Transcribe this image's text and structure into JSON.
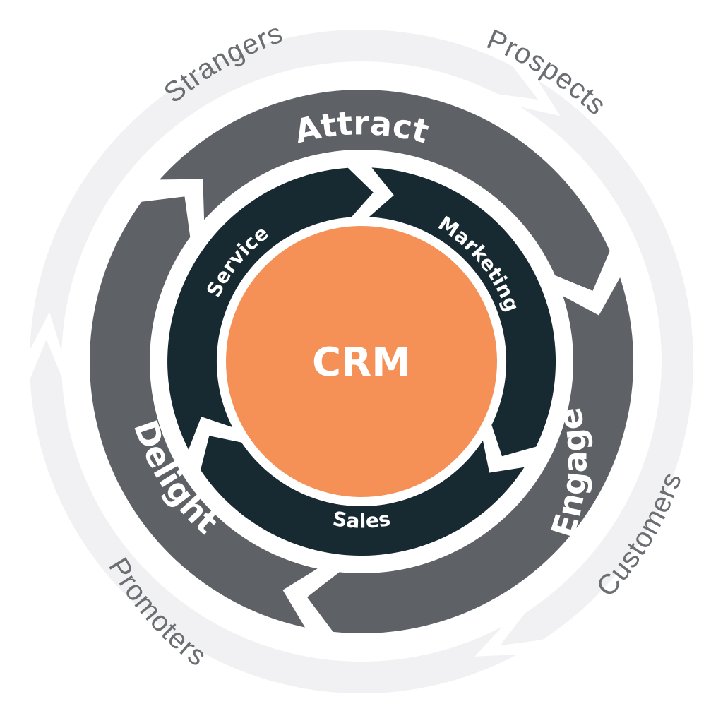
{
  "colors": {
    "outer_ring": "#f1f1f3",
    "middle_ring": "#5e6166",
    "inner_ring": "#172931",
    "hub": "#f59057",
    "outer_text": "#6b6e72",
    "ring_text": "#ffffff"
  },
  "hub": {
    "label": "CRM"
  },
  "stages": [
    {
      "key": "attract",
      "label": "Attract"
    },
    {
      "key": "engage",
      "label": "Engage"
    },
    {
      "key": "delight",
      "label": "Delight"
    }
  ],
  "teams": [
    {
      "key": "marketing",
      "label": "Marketing"
    },
    {
      "key": "sales",
      "label": "Sales"
    },
    {
      "key": "service",
      "label": "Service"
    }
  ],
  "audiences": [
    {
      "key": "strangers",
      "label": "Strangers"
    },
    {
      "key": "prospects",
      "label": "Prospects"
    },
    {
      "key": "customers",
      "label": "Customers"
    },
    {
      "key": "promoters",
      "label": "Promoters"
    }
  ]
}
